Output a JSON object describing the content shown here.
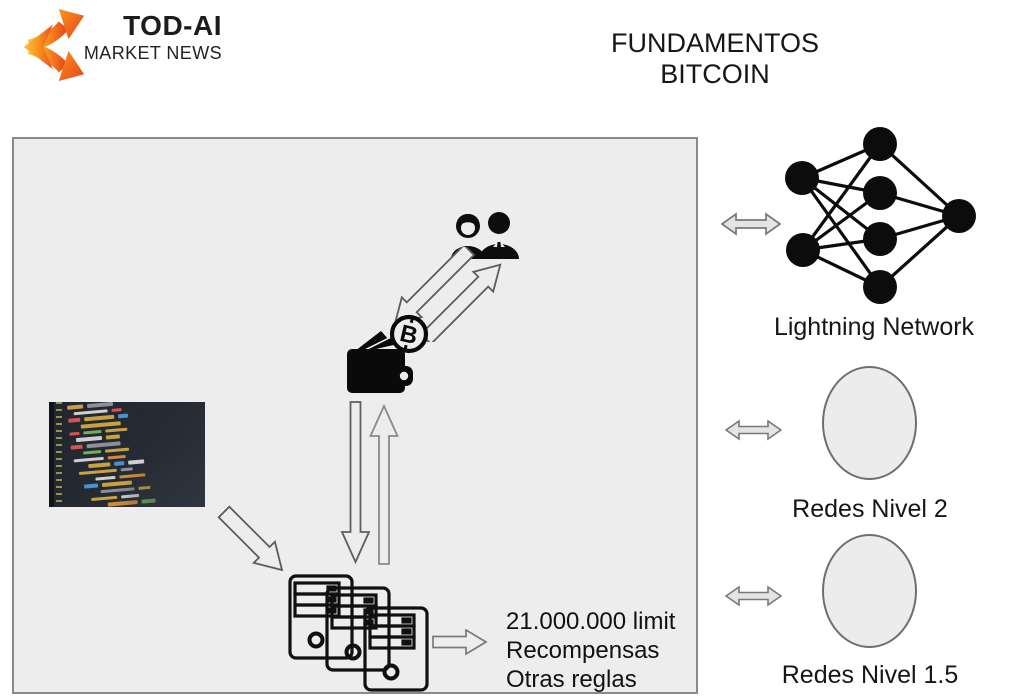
{
  "header": {
    "logo": {
      "line1": "TOD-AI",
      "line2": "MARKET NEWS"
    },
    "title": "FUNDAMENTOS BITCOIN"
  },
  "diagram": {
    "rules_lines": [
      "21.000.000 limit",
      "Recompensas",
      "Otras reglas"
    ],
    "right_labels": {
      "network": "Lightning Network",
      "level2": "Redes Nivel 2",
      "level15": "Redes Nivel 1.5"
    },
    "icons": {
      "logo": "branching-arrows-icon",
      "users": "two-user-silhouettes-icon",
      "wallet": "bitcoin-wallet-icon",
      "servers": "three-server-towers-icon",
      "network": "neural-network-nodes-icon",
      "code": "code-screenshot-image",
      "arrows": [
        "double-diagonal-exchange-arrows",
        "down-arrow",
        "up-arrow",
        "down-right-arrow",
        "right-arrow",
        "left-right-double-arrow"
      ]
    },
    "colors": {
      "accent_orange_light": "#FBB040",
      "accent_orange_dark": "#EF4E23",
      "box_bg": "#EDEDED",
      "box_border": "#8A8A8A",
      "icon_black": "#0D0D0D",
      "arrow_outline": "#666666",
      "arrow_fill": "#E7E7E7"
    }
  }
}
